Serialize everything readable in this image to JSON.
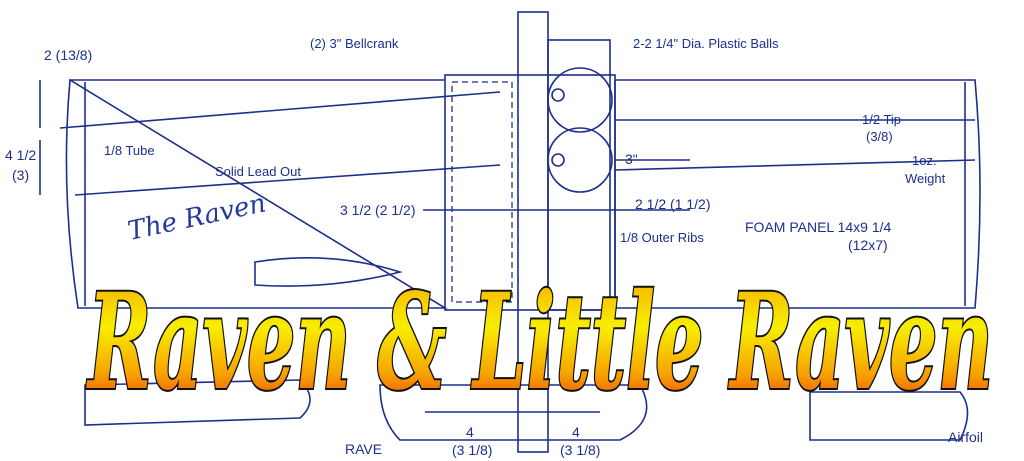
{
  "title": "Raven & Little Raven",
  "colors": {
    "blueprint": "#1c2f8c",
    "title_top": "#f7ee00",
    "title_mid": "#f7a300",
    "title_bottom": "#e8200c"
  },
  "labels": {
    "dim_top_left": "2 (13/8)",
    "bellcrank": "(2) 3\" Bellcrank",
    "balls": "2-2 1/4\" Dia. Plastic Balls",
    "tube": "1/8 Tube",
    "dim_left": "4 1/2",
    "dim_left_alt": "(3)",
    "lead_out": "Solid Lead Out",
    "tip": "1/2 Tip",
    "tip_alt": "(3/8)",
    "weight_1": "1oz.",
    "weight_2": "Weight",
    "dim_3in": "3\"",
    "dim_left_span": "3 1/2 (2 1/2)",
    "dim_right_span": "2 1/2 (1 1/2)",
    "outer_ribs": "1/8 Outer Ribs",
    "signature": "The Raven",
    "foam_panel": "FOAM PANEL 14x9 1/4",
    "foam_panel_alt": "(12x7)",
    "airfoil": "Airfoil",
    "partial_raven": "RAVE",
    "bottom_left_dim": "4",
    "bottom_left_dim_alt": "(3 1/8)",
    "bottom_right_dim": "4",
    "bottom_right_dim_alt": "(3 1/8)"
  }
}
